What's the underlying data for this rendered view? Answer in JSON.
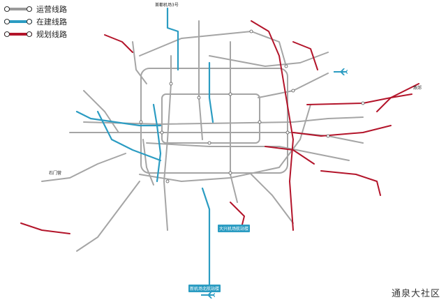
{
  "legend": {
    "items": [
      {
        "label": "运营线路",
        "color": "#9a9a9a"
      },
      {
        "label": "在建线路",
        "color": "#2b9cc2"
      },
      {
        "label": "规划线路",
        "color": "#b3142a"
      }
    ]
  },
  "colors": {
    "operating": "#9a9a9a",
    "construction": "#2b9cc2",
    "planned": "#b3142a"
  },
  "stations": {
    "north_top": "首都机场3号",
    "south_terminal": "新机场北航站楼",
    "south_tag": "大兴机场航站楼",
    "east_end": "燕郊",
    "west_end": "石门营"
  },
  "watermark": "通泉大社区"
}
